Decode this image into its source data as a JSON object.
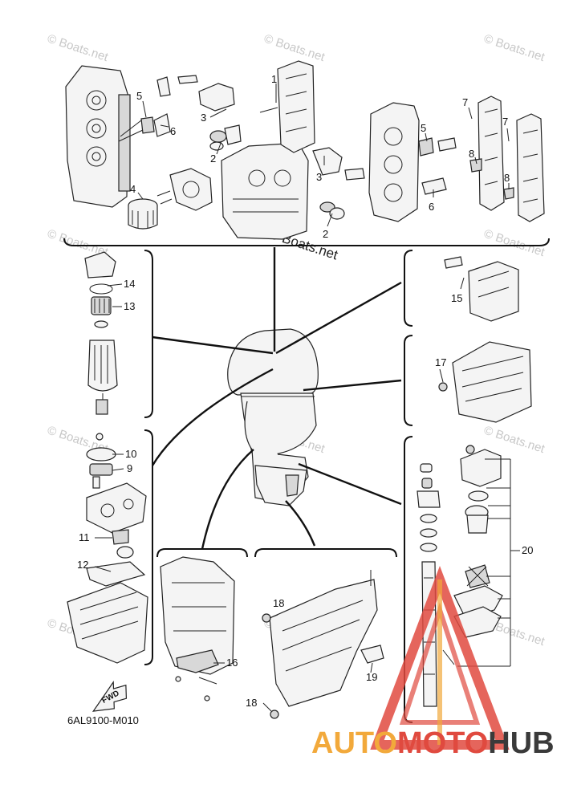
{
  "diagram_code": "6AL9100-M010",
  "fwd_label": "FWD",
  "watermark": "© Boats.net",
  "brand": {
    "part1": "AUTO",
    "part2": "MOTO",
    "part3": "HUB",
    "color_auto": "#f2a93b",
    "color_moto": "#e04a3f",
    "color_hub": "#3a3a3a"
  },
  "callouts": {
    "c1": "1",
    "c2a": "2",
    "c2b": "2",
    "c3a": "3",
    "c3b": "3",
    "c4": "4",
    "c5a": "5",
    "c5b": "5",
    "c6a": "6",
    "c6b": "6",
    "c7a": "7",
    "c7b": "7",
    "c8a": "8",
    "c8b": "8",
    "c9": "9",
    "c10": "10",
    "c11": "11",
    "c12": "12",
    "c13": "13",
    "c14": "14",
    "c15": "15",
    "c16": "16",
    "c17": "17",
    "c18a": "18",
    "c18b": "18",
    "c19": "19",
    "c20": "20"
  }
}
